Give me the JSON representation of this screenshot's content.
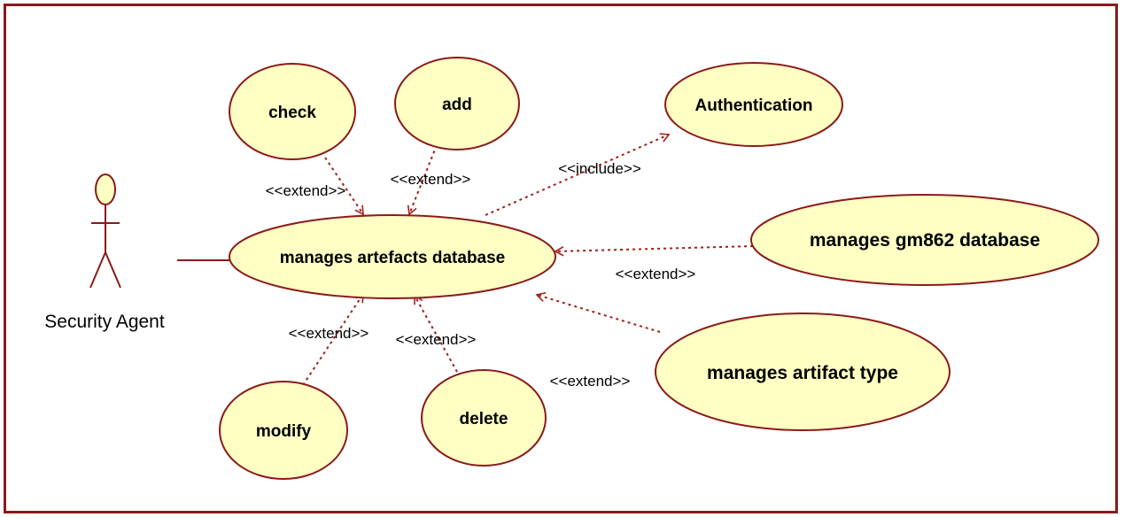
{
  "diagram": {
    "actor": {
      "name": "Security Agent"
    },
    "use_cases": {
      "check": "check",
      "add": "add",
      "authentication": "Authentication",
      "manages_artefacts_database": "manages artefacts database",
      "manages_gm862_database": "manages gm862 database",
      "manages_artifact_type": "manages artifact type",
      "modify": "modify",
      "delete": "delete"
    },
    "relations": {
      "check_extend": "<<extend>>",
      "add_extend": "<<extend>>",
      "include_auth": "<<include>>",
      "gm862_extend": "<<extend>>",
      "modify_extend": "<<extend>>",
      "delete_extend": "<<extend>>",
      "artifact_type_extend": "<<extend>>"
    },
    "colors": {
      "usecase_fill": "#ffffc4",
      "usecase_stroke": "#8b1a1a",
      "relation_stroke": "#a0201a",
      "frame": "#8b1a1a"
    }
  }
}
